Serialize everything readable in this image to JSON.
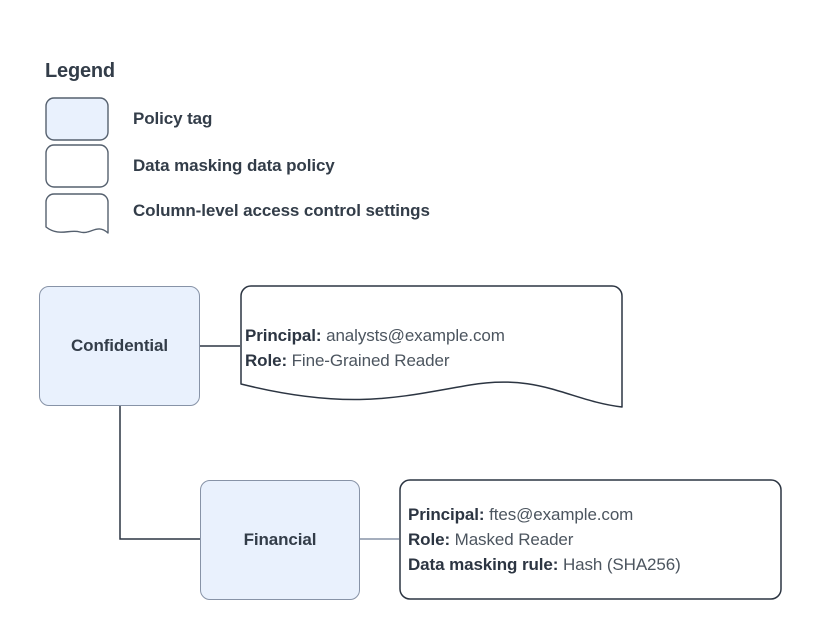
{
  "legend": {
    "title": "Legend",
    "items": [
      {
        "shape": "rounded-rect-filled",
        "label": "Policy tag",
        "swatch_fill": "#e9f1fd"
      },
      {
        "shape": "rounded-rect",
        "label": "Data masking data policy",
        "swatch_fill": "#ffffff"
      },
      {
        "shape": "wavy-bottom-rect",
        "label": "Column-level access control settings",
        "swatch_fill": "#ffffff"
      }
    ]
  },
  "diagram": {
    "nodes": [
      {
        "id": "confidential",
        "label": "Confidential"
      },
      {
        "id": "financial",
        "label": "Financial"
      }
    ],
    "callouts": [
      {
        "id": "confidential",
        "shape": "wavy-bottom-rect",
        "lines": [
          {
            "key": "Principal:",
            "value": "analysts@example.com"
          },
          {
            "key": "Role:",
            "value": "Fine-Grained Reader"
          }
        ]
      },
      {
        "id": "financial",
        "shape": "rounded-rect",
        "lines": [
          {
            "key": "Principal:",
            "value": "ftes@example.com"
          },
          {
            "key": "Role:",
            "value": "Masked Reader"
          },
          {
            "key": "Data masking rule:",
            "value": "Hash (SHA256)"
          }
        ]
      }
    ]
  },
  "colors": {
    "tag_fill": "#e9f1fd",
    "tag_border": "#8793a7",
    "callout_border": "#2c3542",
    "text": "#333d49",
    "value_text": "#4c555f",
    "background": "#ffffff"
  }
}
